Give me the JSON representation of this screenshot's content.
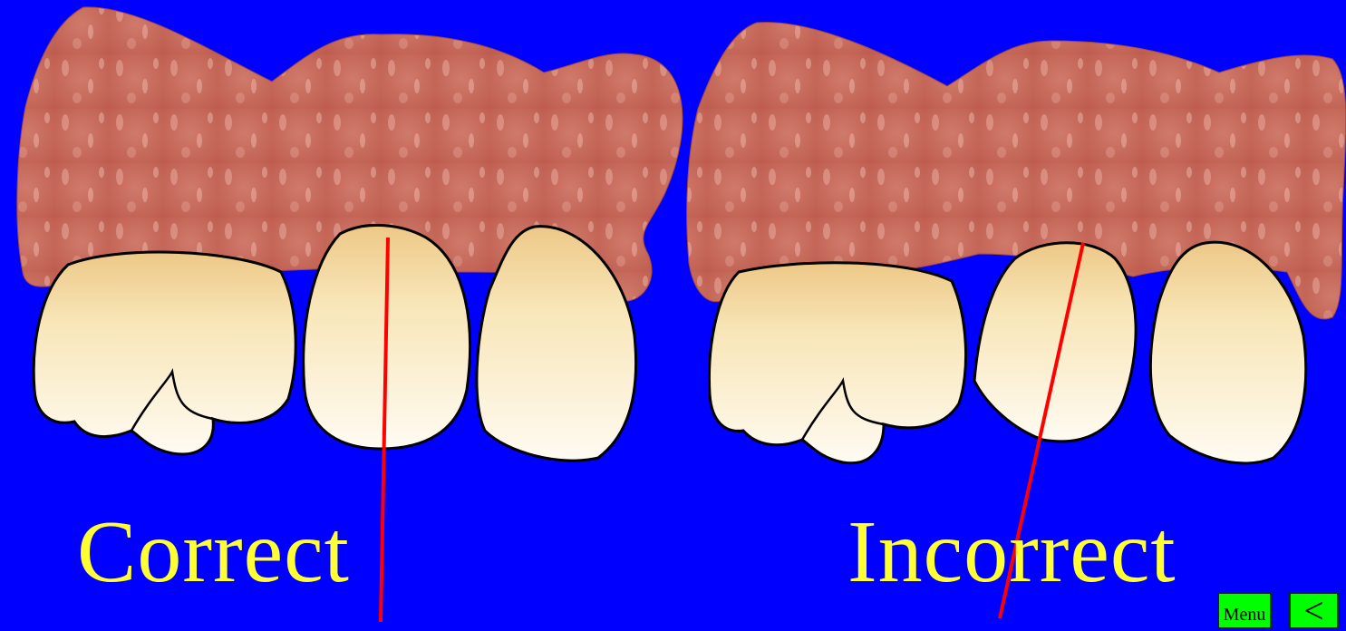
{
  "panels": {
    "left": {
      "caption": "Correct"
    },
    "right": {
      "caption": "Incorrect"
    }
  },
  "nav": {
    "menu_label": "Menu",
    "back_label": "<"
  },
  "colors": {
    "background": "#0000ff",
    "gum": "#c8675a",
    "tooth": "#f8ecc4",
    "axis_line": "#ff0000",
    "caption": "#ffff33",
    "button": "#00ff00"
  }
}
